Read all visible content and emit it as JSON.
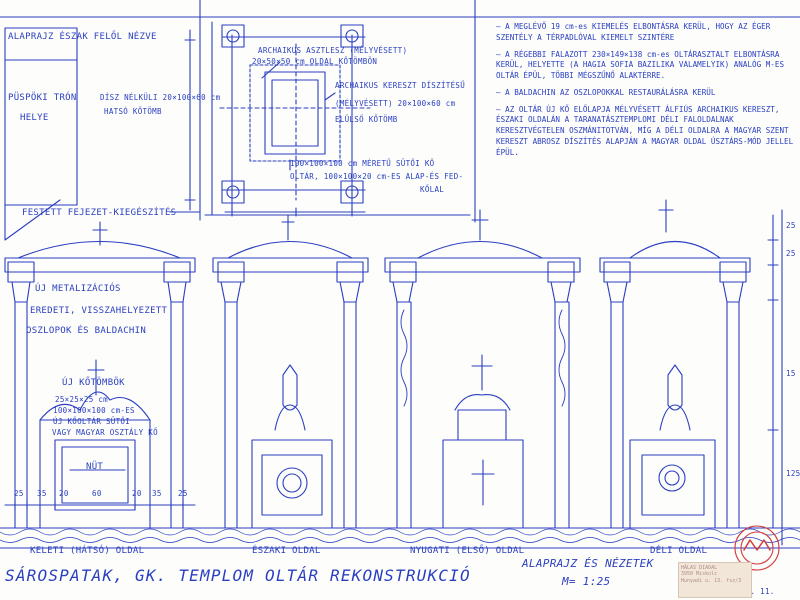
{
  "plan_labels": {
    "plan_title": "ALAPRAJZ ÉSZAK FELŐL NÉZVE",
    "bishop_seat": "PÜSPÖKI TRÓN",
    "bishop_seat_2": "HELYE",
    "capital_title": "ARCHAIKUS ASZTLESZ (MÉLYVÉSETT)",
    "capital_title_2": "20×50×50 cm OLDAL KŐTÖMBÖN",
    "plain_block": "DÍSZ NÉLKÜLI 20×100×60 cm",
    "plain_block_2": "HATSÓ KŐTÖMB",
    "archaic_block": "ARCHAIKUS KERESZT DÍSZÍTÉSŰ",
    "archaic_block_2": "(MÉLYVÉSETT) 20×100×60 cm",
    "archaic_block_3": "ELÜLSŐ KŐTÖMB",
    "base_label": "100×100×100 cm MÉRETŰ SÜTŐI KŐ",
    "base_label_2": "OLTÁR, 100×100×20 cm-ES ALAP-ÉS FED-",
    "base_label_3": "KŐLAL",
    "painted_capitals": "FESTETT FEJEZET-KIEGÉSZÍTÉS"
  },
  "notes": [
    "– A MEGLÉVŐ 19 cm-es KIEMELÉS ELBONTÁSRA KERÜL, HOGY AZ ÉGER SZENTÉLY A TÉRPADLÓVAL KIEMELT SZINTÉRE",
    "– A RÉGEBBI FALAZOTT 230×149×138 cm-es OLTÁRASZTALT ELBONTÁSRA KERÜL, HELYETTE (A HAGIA SOFIA BAZILIKA VALAMELYIK) ANALÓG M-ES OLTÁR ÉPÜL, TÖBBI MÉGSZŰNŐ ALAKTÉRRE.",
    "– A BALDACHIN AZ OSZLOPOKKAL RESTAURÁLÁSRA KERÜL",
    "– AZ OLTÁR ÚJ KŐ ELŐLAPJA MÉLYVÉSETT ÁLFIÚS ARCHAIKUS KERESZT, ÉSZAKI OLDALÁN A TARANATÁSZTEMPLOMI DÉLI FALOLDALNAK KERESZTVÉGTELEN OSZMÁNITOTVÁN, MÍG A DÉLI OLDALRA A MAGYAR SZENT KERESZT ABROSZ DÍSZÍTÉS ALAPJÁN A MAGYAR OLDAL ÚSZTÁRS-MÓD JELLEL ÉPÜL."
  ],
  "elevation_labels": {
    "original_label": "ÚJ METALIZÁCIÓS",
    "original_label_2": "EREDETI, VISSZAHELYEZETT",
    "original_label_3": "OSZLOPOK ÉS BALDACHIN",
    "altar_label": "ÚJ KŐTÖMBÖK",
    "altar_label_2": "25×25×25 cm",
    "altar_label_3": "100×100×100 cm-ES",
    "altar_label_4": "ÚJ KŐOLTÁR SÜTŐI",
    "altar_label_5": "VAGY MAGYAR OSZTÁLY KŐ",
    "width_label": "NÜT",
    "dims_bottom": [
      "25",
      "35",
      "20",
      "60",
      "20",
      "35",
      "25"
    ]
  },
  "view_labels": [
    "KELETI (HÁTSÓ) OLDAL",
    "ÉSZAKI OLDAL",
    "NYUGATI (ELSŐ) OLDAL",
    "DÉLI OLDAL"
  ],
  "dims_right": [
    "25",
    "25",
    "15",
    "125"
  ],
  "title": "SÁROSPATAK, GK. TEMPLOM OLTÁR REKONSTRUKCIÓ",
  "subtitle": "ALAPRAJZ ÉS NÉZETEK",
  "scale": "M= 1:25",
  "date": "2011. 08. 11.",
  "stamp_lines": [
    "HÁLAS DIADAL",
    "3950 Miskolc",
    "Hunyadi u. 13. fsz/3"
  ],
  "ink_color": "#2a3fc0",
  "paper_color": "#fdfdfc"
}
